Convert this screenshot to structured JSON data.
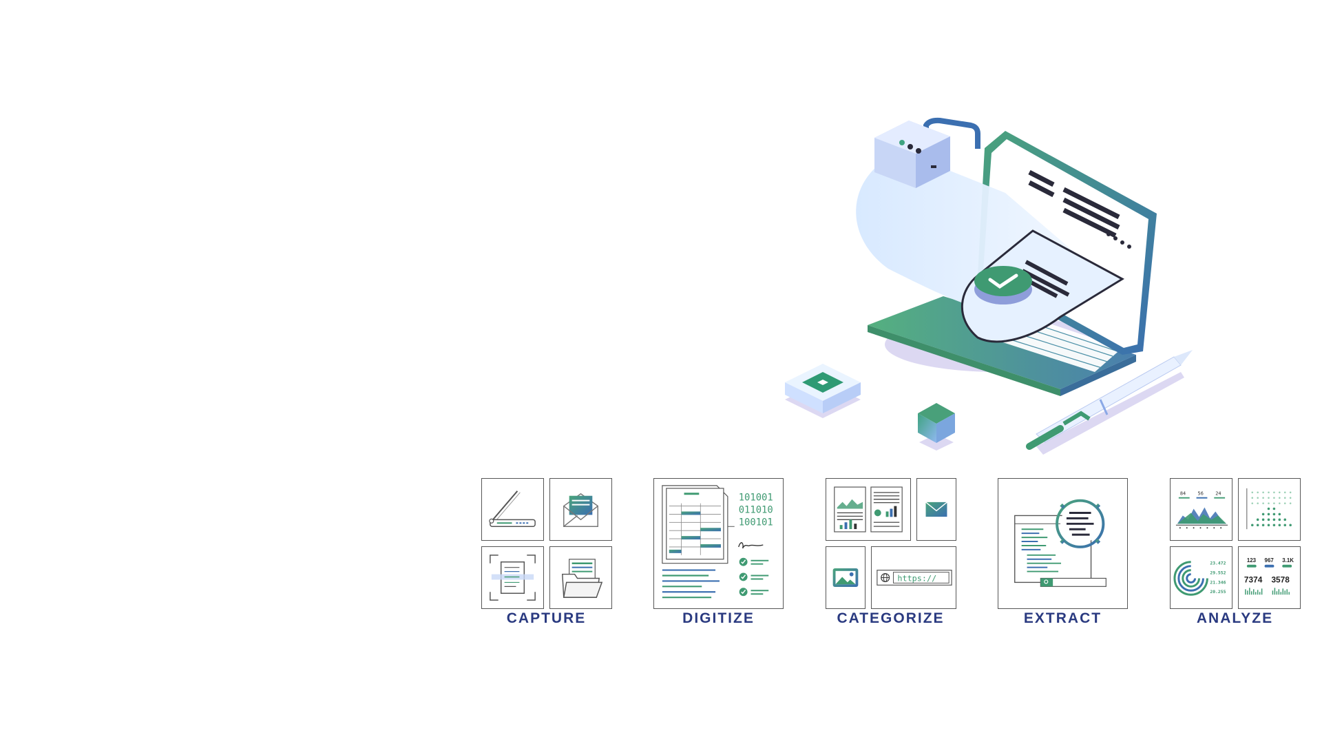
{
  "colors": {
    "green": "#4aa37b",
    "blue": "#3b6fb0",
    "navy": "#2a3a80",
    "light_blue": "#dcecff",
    "outline": "#555555"
  },
  "hero": {
    "icons": [
      "padlock-icon",
      "laptop-icon",
      "document-scroll-icon",
      "checkmark-icon",
      "chip-icon",
      "cube-icon",
      "pen-icon"
    ]
  },
  "steps": [
    {
      "caption": "CAPTURE",
      "icons": [
        "scanner-icon",
        "email-icon",
        "document-scan-icon",
        "folder-icon"
      ]
    },
    {
      "caption": "DIGITIZE",
      "icons": [
        "spreadsheet-document-icon",
        "signature-icon",
        "checklist-icon"
      ],
      "binary": [
        "101001",
        "011010",
        "100101"
      ]
    },
    {
      "caption": "CATEGORIZE",
      "icons": [
        "report-pages-icon",
        "email-icon",
        "image-icon",
        "web-link-icon"
      ],
      "url_text": "https://"
    },
    {
      "caption": "EXTRACT",
      "icons": [
        "browser-window-icon",
        "gear-icon",
        "search-icon"
      ]
    },
    {
      "caption": "ANALYZE",
      "icons": [
        "area-chart-icon",
        "dot-matrix-icon",
        "radial-chart-icon",
        "stats-icon"
      ],
      "chart_labels": [
        "84",
        "56",
        "24"
      ],
      "radial_values": [
        "23.472",
        "29.552",
        "21.346",
        "20.255"
      ],
      "stats_small": [
        "123",
        "967",
        "3.1K"
      ],
      "stats_large": [
        "7374",
        "3578"
      ]
    }
  ]
}
